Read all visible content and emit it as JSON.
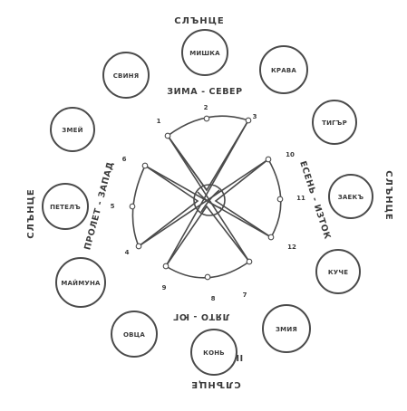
{
  "suns": {
    "top": "СЛЪНЦЕ",
    "left": "СЛЪНЦЕ",
    "right": "СЛЪНЦЕ",
    "bottom": "СЛЪНЦЕ"
  },
  "seasons": {
    "top": "ЗИМА - СЕВЕР",
    "left": "ПРОЛЕТ - ЗАПАД",
    "right": "ЕСЕНЬ - ИЗТОК",
    "bottom": "ЛЯТО - ЮГ"
  },
  "roman_numeral": "II",
  "animals": [
    {
      "id": "mishka",
      "label": "МИШКА"
    },
    {
      "id": "krava",
      "label": "КРАВА"
    },
    {
      "id": "tigar",
      "label": "ТИГЪР"
    },
    {
      "id": "zaek",
      "label": "ЗАЕКЪ"
    },
    {
      "id": "kuche",
      "label": "КУЧЕ"
    },
    {
      "id": "zmiya",
      "label": "ЗМИЯ"
    },
    {
      "id": "kon",
      "label": "КОНЬ"
    },
    {
      "id": "ovtsa",
      "label": "ОВЦА"
    },
    {
      "id": "maymuna",
      "label": "МАЙМУНА"
    },
    {
      "id": "petel",
      "label": "ПЕТЕЛЪ"
    },
    {
      "id": "zmey",
      "label": "ЗМЕЙ"
    },
    {
      "id": "sviniya",
      "label": "СВИНЯ"
    }
  ],
  "numbers": [
    "1",
    "2",
    "3",
    "4",
    "5",
    "6",
    "7",
    "8",
    "9",
    "10",
    "11",
    "12"
  ]
}
